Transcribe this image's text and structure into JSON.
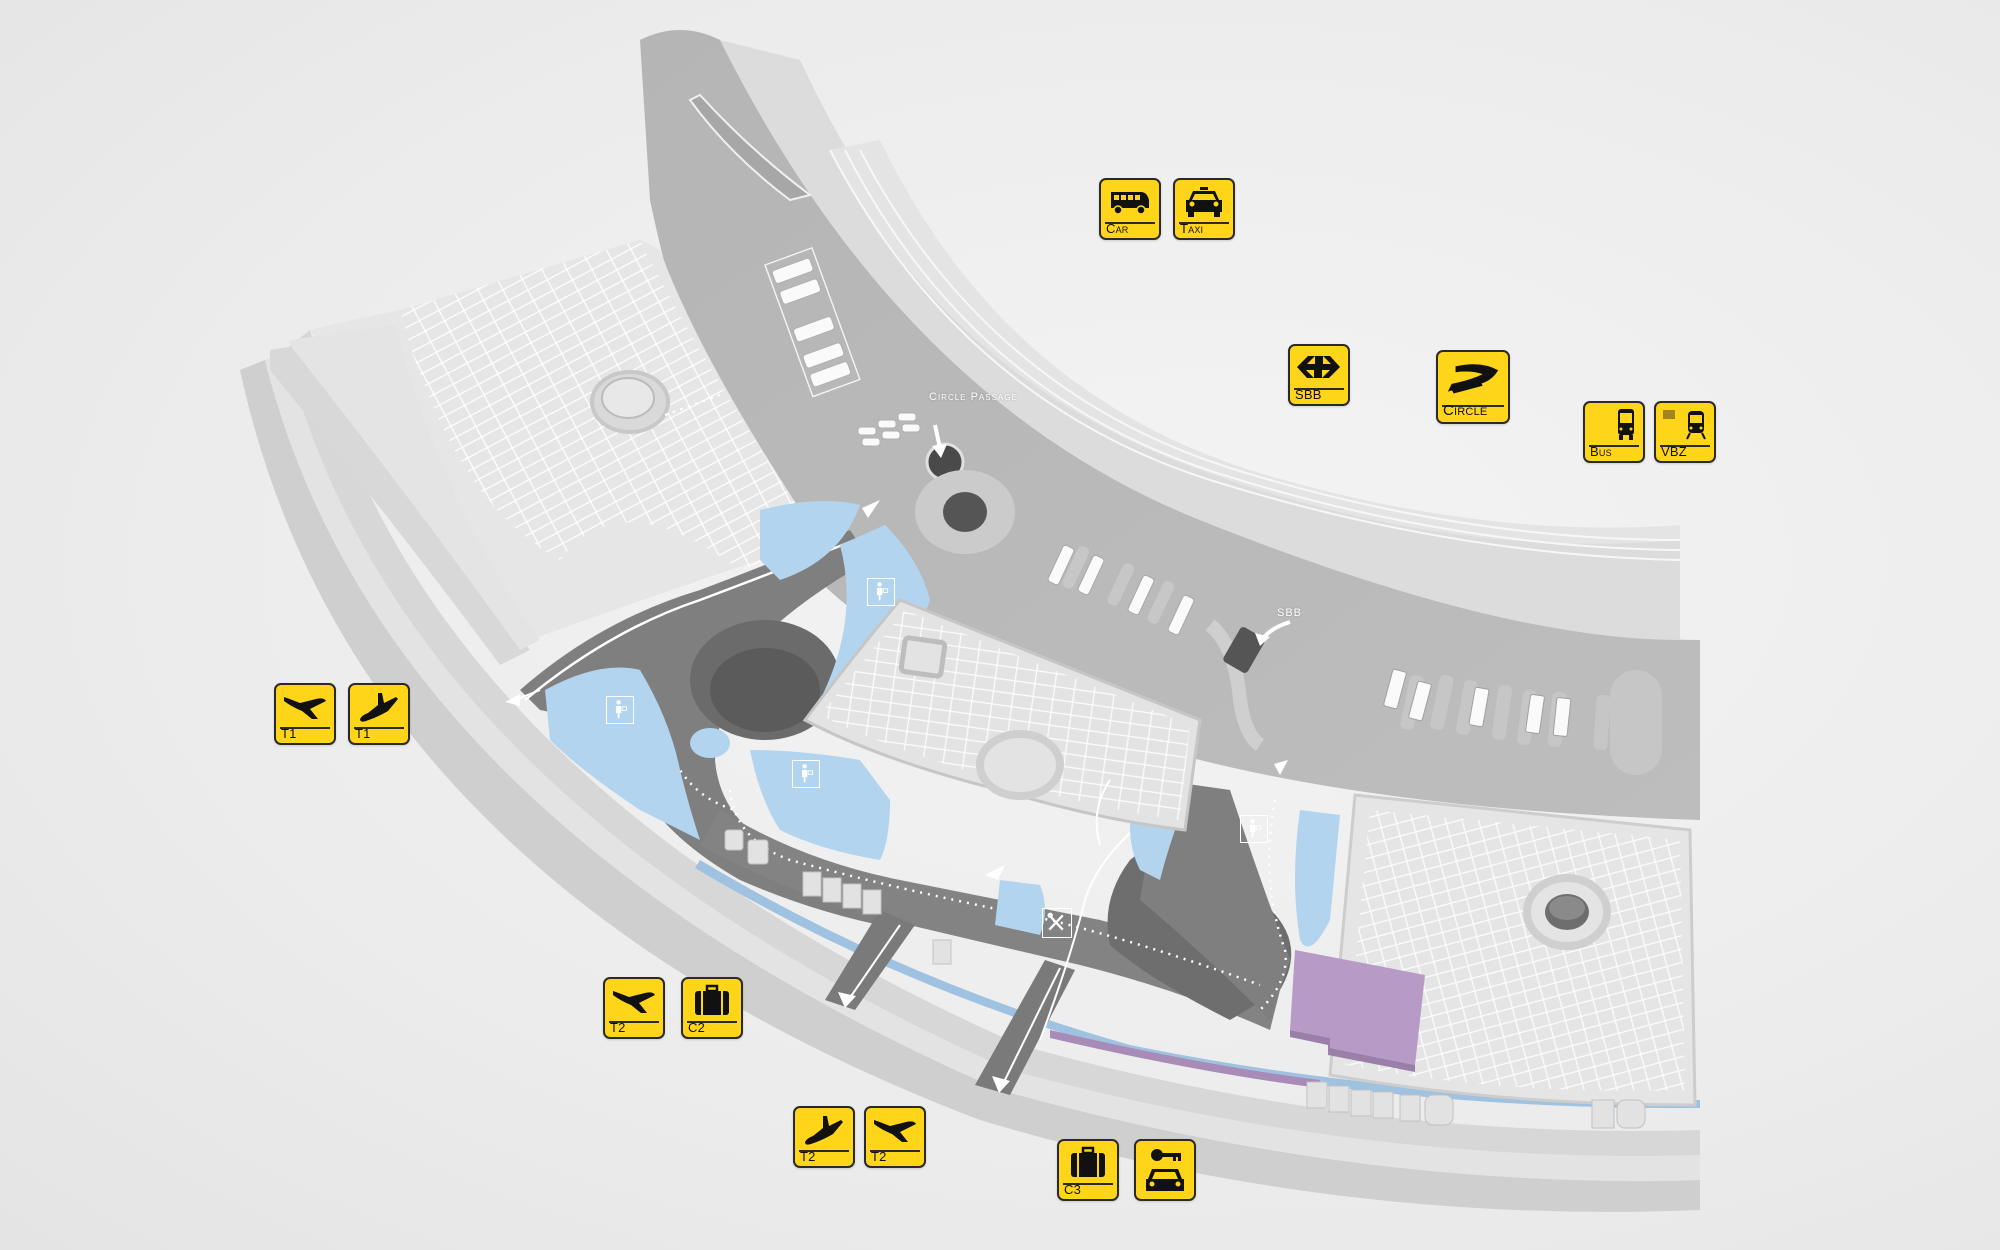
{
  "map": {
    "colors": {
      "background": "#ececec",
      "building": "#dcdcdc",
      "roof": "#e6e6e6",
      "road": "#7d7d7d",
      "forecourt": "#b9b9b9",
      "pedestrian_area": "#b3d4ee",
      "purple_block": "#b79ac6",
      "sign_yellow": "#ffd51a",
      "sign_border": "#2a2a2a",
      "lane_marking": "#ffffff"
    },
    "labels": {
      "circle_passage": "Circle Passage",
      "sbb_entrance": "SBB"
    },
    "area_icons": [
      {
        "name": "shopping-icon",
        "count": 4
      },
      {
        "name": "restaurant-icon",
        "count": 1
      }
    ]
  },
  "signs": {
    "car": {
      "label": "Car",
      "icon": "bus-coach-icon"
    },
    "taxi": {
      "label": "Taxi",
      "icon": "taxi-icon"
    },
    "sbb": {
      "label": "SBB",
      "icon": "sbb-logo-icon"
    },
    "circle": {
      "label": "Circle",
      "icon": "circle-building-icon"
    },
    "bus": {
      "label": "Bus",
      "icon": "bus-icon"
    },
    "vbz": {
      "label": "VBZ",
      "icon": "tram-icon"
    },
    "t1_arrival": {
      "label": "T1",
      "icon": "arrival-plane-icon"
    },
    "t1_departure": {
      "label": "T1",
      "icon": "departure-plane-icon"
    },
    "t2_arrival_a": {
      "label": "T2",
      "icon": "arrival-plane-icon"
    },
    "c2": {
      "label": "C2",
      "icon": "baggage-icon"
    },
    "t2_departure": {
      "label": "T2",
      "icon": "departure-plane-icon"
    },
    "t2_arrival_b": {
      "label": "T2",
      "icon": "arrival-plane-icon"
    },
    "c3": {
      "label": "C3",
      "icon": "baggage-icon"
    },
    "car_rental": {
      "label": "",
      "icon": "car-rental-icon"
    }
  }
}
